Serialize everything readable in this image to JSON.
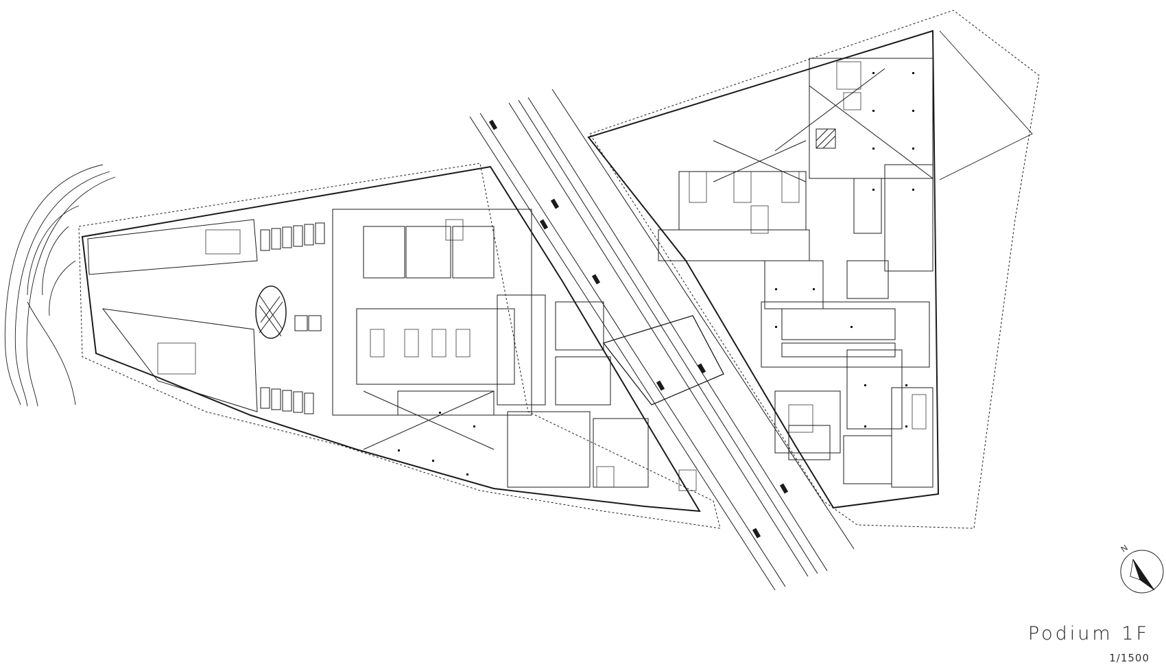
{
  "title": "Podium 1F",
  "scale": "1/1500",
  "north_label": "N",
  "colors": {
    "line": "#1a1a1a",
    "background": "#ffffff",
    "accent_red": "#d22"
  }
}
